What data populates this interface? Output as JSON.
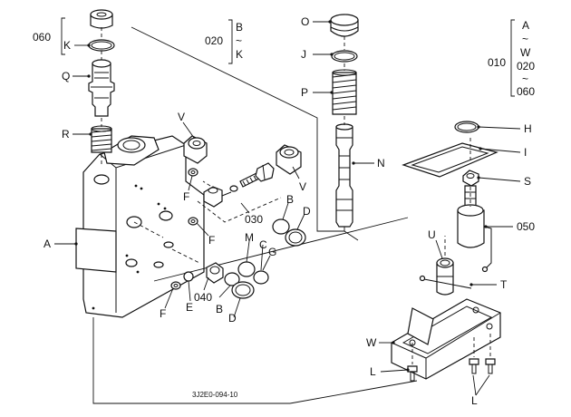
{
  "labels": {
    "l060": "060",
    "l020": "020",
    "l010": "010",
    "l050": "050",
    "l030": "030",
    "l040": "040",
    "A": "A",
    "B": "B",
    "C": "C",
    "D": "D",
    "E": "E",
    "F": "F",
    "G": "G",
    "H": "H",
    "I": "I",
    "J": "J",
    "K": "K",
    "L": "L",
    "M": "M",
    "N": "N",
    "O": "O",
    "P": "P",
    "Q": "Q",
    "R": "R",
    "S": "S",
    "T": "T",
    "U": "U",
    "V": "V",
    "W": "W",
    "tilde": "~",
    "range010_a": "A",
    "range010_b": "W",
    "range010_c": "020",
    "range010_d": "060",
    "range020_a": "B",
    "range020_b": "K"
  },
  "drawing_number": "3J2E0-094-10"
}
